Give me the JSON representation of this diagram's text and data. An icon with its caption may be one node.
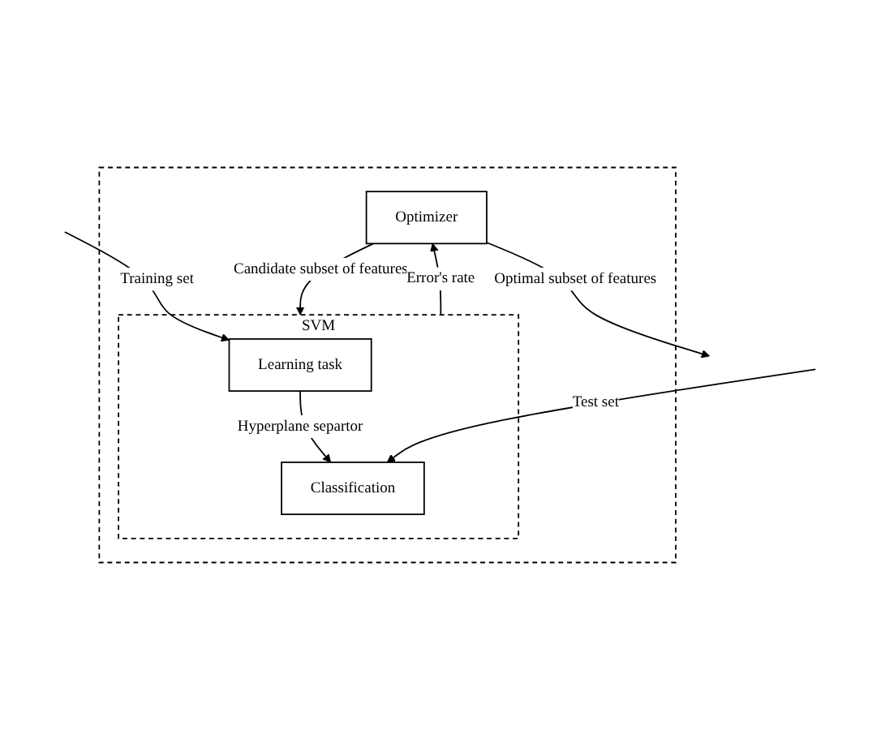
{
  "diagram": {
    "nodes": [
      {
        "text": [],
        "shape": "box"
      },
      {
        "text": [
          "Optimizer"
        ],
        "in": 0
      },
      {
        "text": [
          "SVM"
        ],
        "in": 0
      },
      {
        "text": [
          "Learning task"
        ],
        "in": 2
      },
      {
        "text": [
          "Classification"
        ],
        "in": 2
      }
    ],
    "edges": [
      {
        "from": 1,
        "to": null,
        "arrow": "to",
        "label": "Optimal subset of features"
      },
      {
        "from": 1,
        "to": 2,
        "arrow": "to",
        "label": "Candidate subset of features"
      },
      {
        "from": null,
        "to": 3,
        "arrow": "to",
        "label": "Training set"
      },
      {
        "from": 3,
        "to": 4,
        "arrow": "to",
        "label": "Hyperplane separtor"
      },
      {
        "from": 2,
        "to": 1,
        "arrow": "to",
        "label": "Error's rate"
      },
      {
        "from": null,
        "to": 4,
        "arrow": "to",
        "label": "Test set"
      }
    ]
  }
}
